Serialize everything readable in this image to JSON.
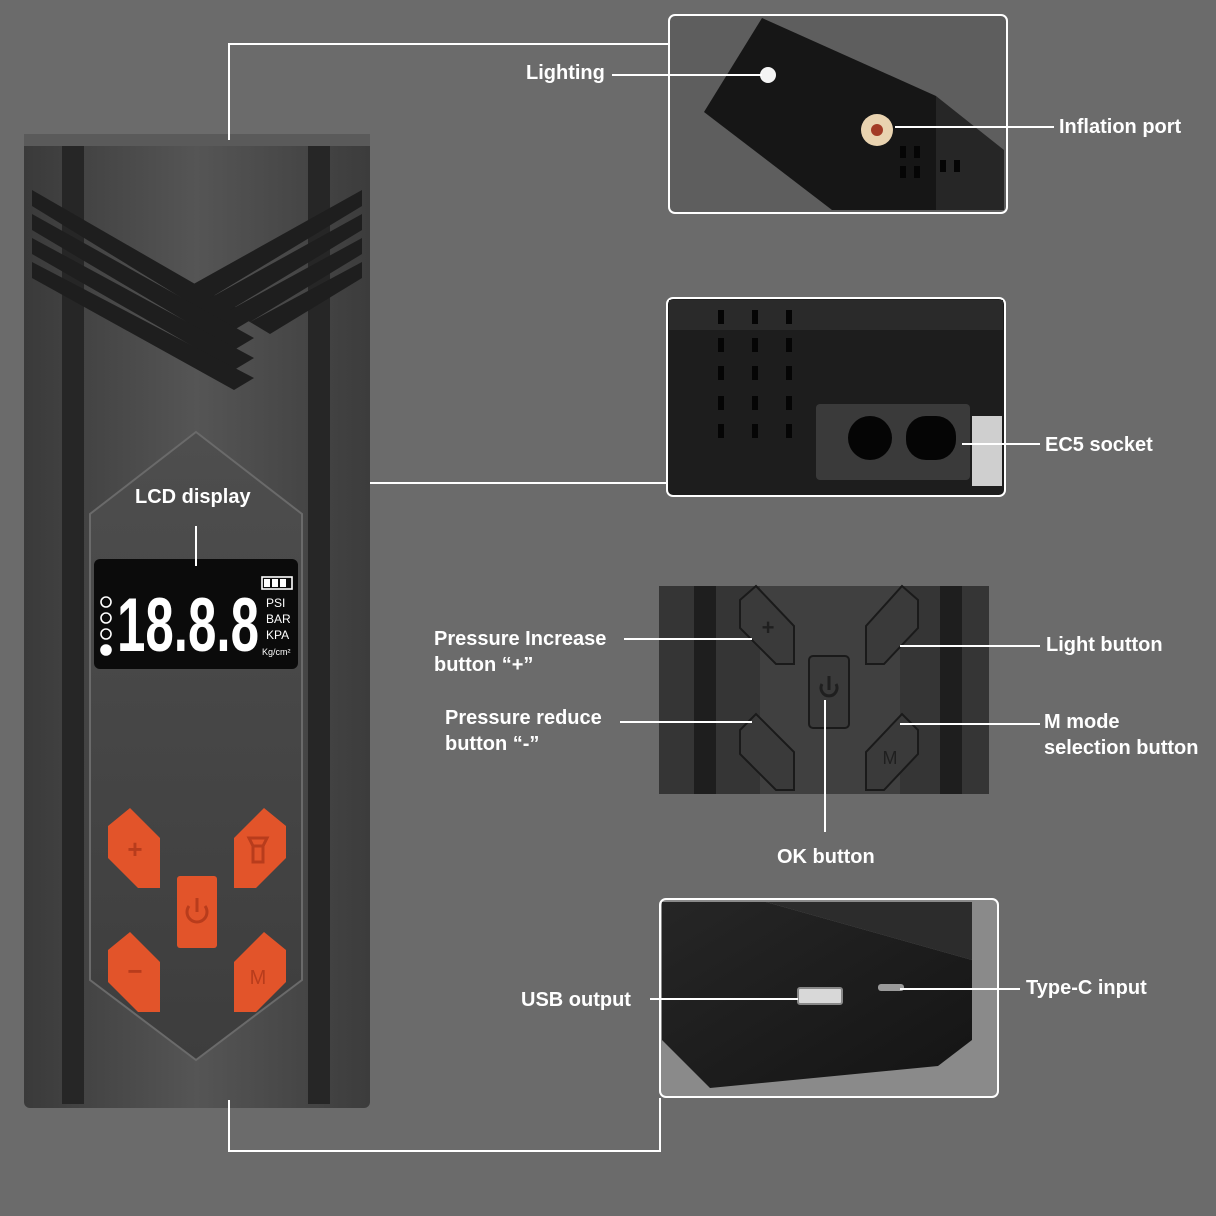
{
  "lcd": {
    "digits": "18.8.8",
    "units": [
      "PSI",
      "BAR",
      "KPA",
      "Kg/cm²"
    ]
  },
  "buttons": {
    "plus_symbol": "+",
    "minus_symbol": "−",
    "mode_symbol": "M"
  },
  "labels": {
    "lighting": "Lighting",
    "inflation_port": "Inflation port",
    "ec5_socket": "EC5 socket",
    "lcd_display": "LCD display",
    "pressure_increase_1": "Pressure Increase",
    "pressure_increase_2": "button “+”",
    "pressure_reduce_1": "Pressure reduce",
    "pressure_reduce_2": "button “-”",
    "light_button": "Light button",
    "m_mode_1": "M mode",
    "m_mode_2": "selection button",
    "ok_button": "OK button",
    "usb_output": "USB output",
    "type_c_input": "Type-C input"
  },
  "colors": {
    "background": "#6b6b6b",
    "device_body": "#4a4a4a",
    "button_orange": "#e2542a",
    "lcd_background": "#0b0b0b",
    "lcd_digits": "#ffffff",
    "callout_line": "#ffffff"
  },
  "icons": [
    "power-icon",
    "flashlight-icon",
    "plus-icon",
    "minus-icon",
    "m-icon",
    "battery-icon",
    "car-icon",
    "motorcycle-icon",
    "bicycle-icon",
    "ball-icon"
  ]
}
